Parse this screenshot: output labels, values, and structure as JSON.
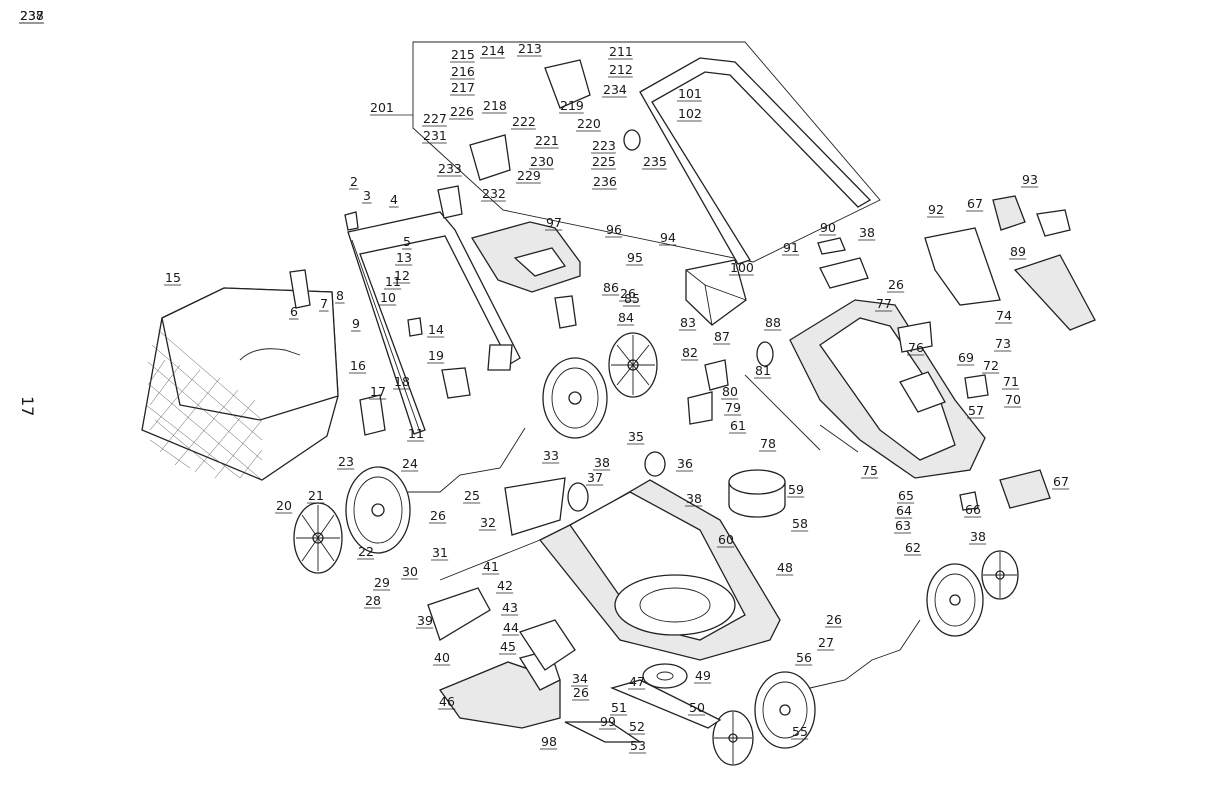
{
  "page_number": "17",
  "inset_label": "201",
  "callouts": [
    "2",
    "3",
    "4",
    "5",
    "6",
    "7",
    "8",
    "9",
    "10",
    "11",
    "11",
    "12",
    "13",
    "14",
    "15",
    "16",
    "17",
    "18",
    "19",
    "20",
    "21",
    "22",
    "23",
    "24",
    "25",
    "26",
    "26",
    "26",
    "26",
    "26",
    "27",
    "28",
    "29",
    "30",
    "31",
    "32",
    "33",
    "34",
    "35",
    "36",
    "37",
    "38",
    "38",
    "38",
    "38",
    "39",
    "40",
    "41",
    "42",
    "43",
    "44",
    "45",
    "46",
    "47",
    "48",
    "49",
    "50",
    "51",
    "52",
    "53",
    "55",
    "56",
    "57",
    "58",
    "59",
    "60",
    "61",
    "62",
    "63",
    "64",
    "65",
    "66",
    "67",
    "67",
    "69",
    "70",
    "71",
    "72",
    "73",
    "74",
    "75",
    "76",
    "77",
    "78",
    "79",
    "80",
    "81",
    "82",
    "83",
    "84",
    "85",
    "86",
    "87",
    "88",
    "89",
    "90",
    "91",
    "92",
    "93",
    "94",
    "95",
    "96",
    "97",
    "98",
    "99",
    "100",
    "101",
    "102",
    "211",
    "212",
    "213",
    "214",
    "215",
    "216",
    "217",
    "218",
    "219",
    "220",
    "221",
    "222",
    "223",
    "225",
    "226",
    "227",
    "229",
    "230",
    "231",
    "232",
    "233",
    "234",
    "235",
    "236",
    "237",
    "238"
  ]
}
